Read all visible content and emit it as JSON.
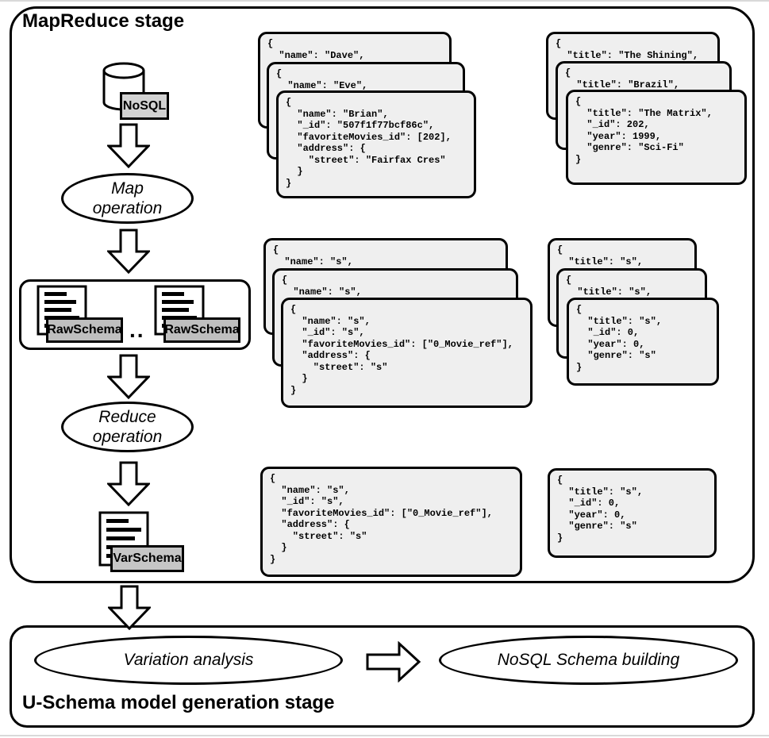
{
  "mapreduce": {
    "title": "MapReduce stage",
    "db_label": "NoSQL",
    "map_operation": "Map\noperation",
    "reduce_operation": "Reduce\noperation",
    "rawschema_label_left": "RawSchema",
    "rawschema_label_right": "RawSchema",
    "ellipsis": "..",
    "varschema_label": "VarSchema"
  },
  "uschema": {
    "title": "U-Schema model generation stage",
    "variation_analysis": "Variation analysis",
    "schema_building": "NoSQL Schema building"
  },
  "cards": {
    "brace": "}",
    "doc_users": {
      "back": "{\n  \"name\": \"Dave\",",
      "mid": "{\n  \"name\": \"Eve\",",
      "front": "{\n  \"name\": \"Brian\",\n  \"_id\": \"507f1f77bcf86c\",\n  \"favoriteMovies_id\": [202],\n  \"address\": {\n    \"street\": \"Fairfax Cres\"\n  }\n}"
    },
    "doc_movies": {
      "back": "{\n  \"title\": \"The Shining\",",
      "mid": "{\n  \"title\": \"Brazil\",",
      "front": "{\n  \"title\": \"The Matrix\",\n  \"_id\": 202,\n  \"year\": 1999,\n  \"genre\": \"Sci-Fi\"\n}"
    },
    "raw_users": {
      "back": "{\n  \"name\": \"s\",",
      "mid": "{\n  \"name\": \"s\",",
      "front": "{\n  \"name\": \"s\",\n  \"_id\": \"s\",\n  \"favoriteMovies_id\": [\"0_Movie_ref\"],\n  \"address\": {\n    \"street\": \"s\"\n  }\n}"
    },
    "raw_movies": {
      "back": "{\n  \"title\": \"s\",",
      "mid": "{\n  \"title\": \"s\",",
      "front": "{\n  \"title\": \"s\",\n  \"_id\": 0,\n  \"year\": 0,\n  \"genre\": \"s\"\n}"
    },
    "reduced_user": "{\n  \"name\": \"s\",\n  \"_id\": \"s\",\n  \"favoriteMovies_id\": [\"0_Movie_ref\"],\n  \"address\": {\n    \"street\": \"s\"\n  }\n}",
    "reduced_movie": "{\n  \"title\": \"s\",\n  \"_id\": 0,\n  \"year\": 0,\n  \"genre\": \"s\"\n}"
  },
  "colors": {
    "stroke": "#000000",
    "card_background": "#efefef",
    "label_background": "#bfbfbf",
    "nosql_label_background": "#d2d2d2"
  }
}
